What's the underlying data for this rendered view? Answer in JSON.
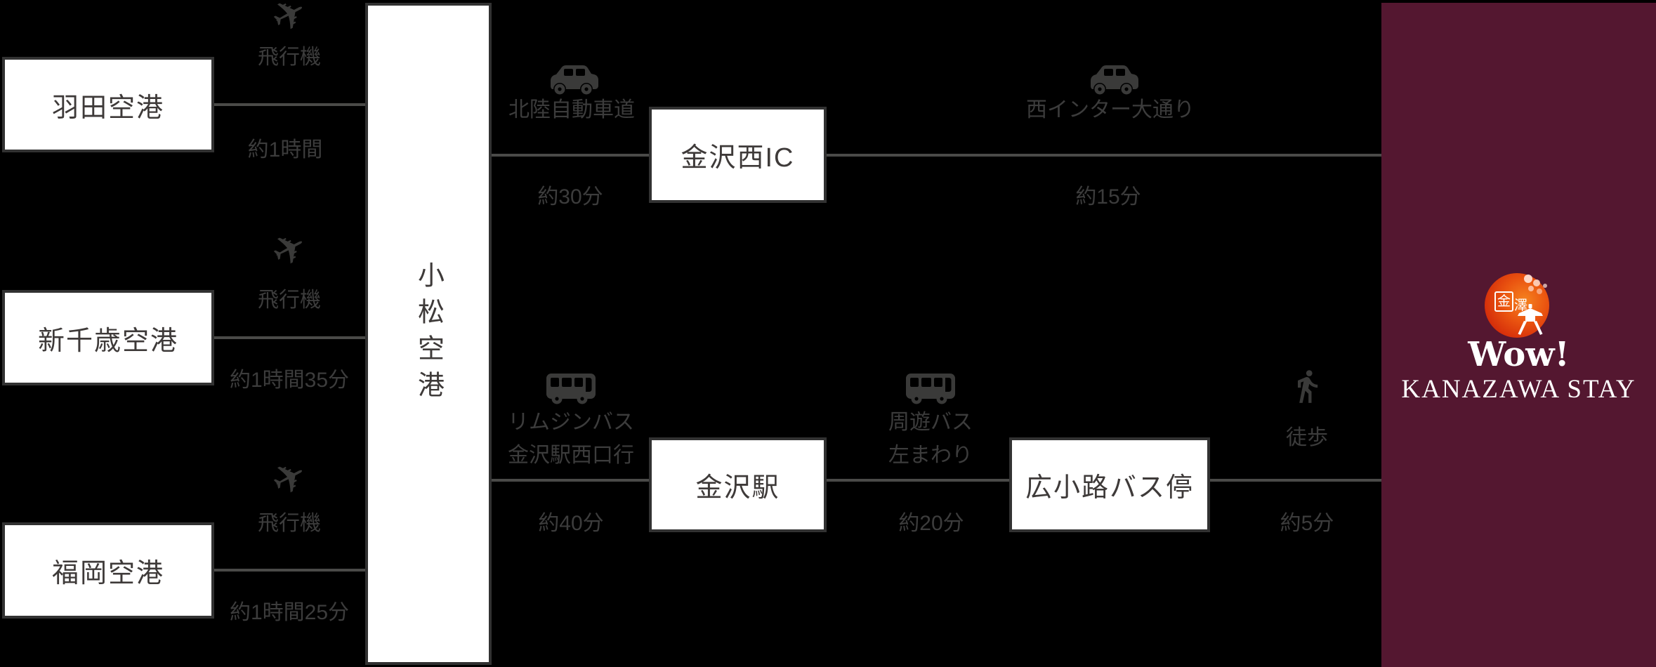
{
  "colors": {
    "background": "#000000",
    "panel_maroon": "#541730",
    "connector_line": "#4a4a48",
    "route_label_text": "#3c3c3c",
    "node_text": "#3e3a39",
    "node_background": "#ffffff",
    "node_border": "#323232",
    "icon_gray": "#3a3a39",
    "logo_orange": "#f5821f",
    "logo_red": "#d52e0a",
    "brand_text": "#ffffff"
  },
  "icons": {
    "airplane_glyph": "✈"
  },
  "airports": [
    {
      "name": "羽田空港",
      "transport": "飛行機",
      "duration": "約1時間"
    },
    {
      "name": "新千歳空港",
      "transport": "飛行機",
      "duration": "約1時間35分"
    },
    {
      "name": "福岡空港",
      "transport": "飛行機",
      "duration": "約1時間25分"
    }
  ],
  "hub": {
    "name": "小松空港"
  },
  "car_route": {
    "leg1": {
      "via": "北陸自動車道",
      "duration": "約30分"
    },
    "node": "金沢西IC",
    "leg2": {
      "via": "西インター大通り",
      "duration": "約15分"
    }
  },
  "bus_route": {
    "leg1": {
      "via_line1": "リムジンバス",
      "via_line2": "金沢駅西口行",
      "duration": "約40分"
    },
    "node1": "金沢駅",
    "leg2": {
      "via_line1": "周遊バス",
      "via_line2": "左まわり",
      "duration": "約20分"
    },
    "node2": "広小路バス停",
    "leg3": {
      "via": "徒歩",
      "duration": "約5分"
    }
  },
  "brand": {
    "wow": "Wow!",
    "name": "KANAZAWA STAY",
    "seal_left": "金",
    "seal_right": "澤"
  }
}
